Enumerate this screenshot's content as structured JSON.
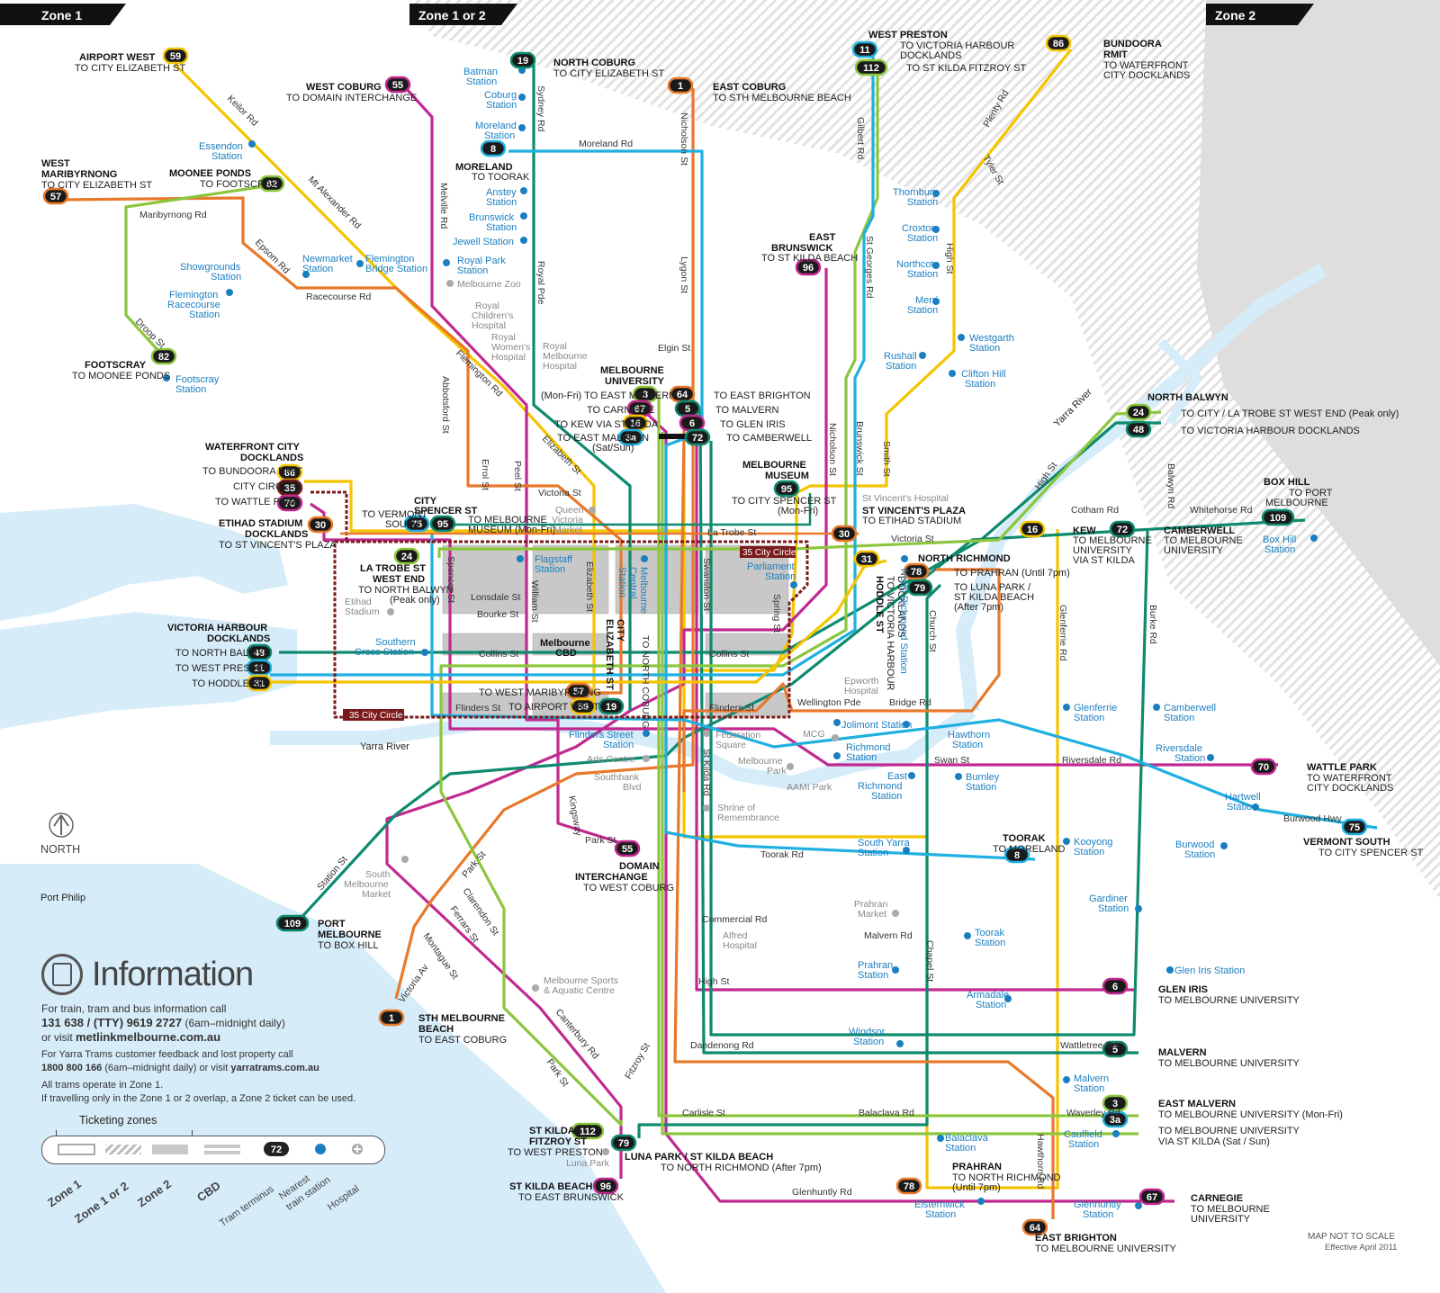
{
  "colors": {
    "yellow": "#f5c400",
    "magenta": "#c12990",
    "green": "#8cc63e",
    "teal": "#0e8a6e",
    "orange": "#e8792b",
    "cyan": "#1fb0e0",
    "darkred": "#7b1a1a",
    "station": "#1a7fc1",
    "water": "#d6ecf8"
  },
  "zones": {
    "z1": "Zone 1",
    "z12": "Zone 1 or 2",
    "z2": "Zone 2"
  },
  "compass": {
    "north": "NORTH"
  },
  "water": {
    "port_phillip": "Port Philip",
    "yarra1": "Yarra River",
    "yarra2": "Yarra River"
  },
  "terminals": [
    {
      "n": "59",
      "t": "AIRPORT WEST",
      "s": "TO CITY ELIZABETH ST"
    },
    {
      "n": "55",
      "t": "WEST COBURG",
      "s": "TO DOMAIN INTERCHANGE"
    },
    {
      "n": "19",
      "t": "NORTH COBURG",
      "s": "TO CITY ELIZABETH ST"
    },
    {
      "n": "1",
      "t": "EAST COBURG",
      "s": "TO STH MELBOURNE BEACH"
    },
    {
      "n": "11",
      "t": "WEST PRESTON",
      "s": "TO VICTORIA HARBOUR",
      "s2": "DOCKLANDS"
    },
    {
      "n": "112",
      "s": "TO ST KILDA FITZROY ST"
    },
    {
      "n": "86",
      "t": "BUNDOORA",
      "t2": "RMIT",
      "s": "TO WATERFRONT",
      "s2": "CITY DOCKLANDS"
    },
    {
      "n": "57",
      "t": "WEST",
      "t2": "MARIBYRNONG",
      "s": "TO CITY ELIZABETH ST"
    },
    {
      "n": "82",
      "t": "MOONEE PONDS",
      "s": "TO FOOTSCRAY"
    },
    {
      "n": "8",
      "t": "MORELAND",
      "s": "TO TOORAK"
    },
    {
      "n": "96",
      "t": "EAST",
      "t2": "BRUNSWICK",
      "s": "TO ST KILDA BEACH"
    },
    {
      "n": "82",
      "t": "FOOTSCRAY",
      "s": "TO MOONEE PONDS"
    },
    {
      "n": "24",
      "t": "NORTH BALWYN",
      "s": "TO CITY / LA TROBE ST WEST END (Peak only)"
    },
    {
      "n": "48",
      "s": "TO VICTORIA HARBOUR DOCKLANDS"
    },
    {
      "n": "109",
      "t": "BOX HILL",
      "s": "TO PORT",
      "s2": "MELBOURNE"
    },
    {
      "n": "16",
      "t": "KEW",
      "s": "TO MELBOURNE",
      "s2": "UNIVERSITY",
      "s3": "VIA ST KILDA"
    },
    {
      "n": "72",
      "t": "CAMBERWELL",
      "s": "TO MELBOURNE",
      "s2": "UNIVERSITY"
    },
    {
      "n": "70",
      "t": "WATTLE PARK",
      "s": "TO WATERFRONT",
      "s2": "CITY DOCKLANDS"
    },
    {
      "n": "75",
      "t": "VERMONT SOUTH",
      "s": "TO CITY SPENCER ST"
    },
    {
      "n": "8",
      "t": "TOORAK",
      "s": "TO MORELAND"
    },
    {
      "n": "6",
      "t": "GLEN IRIS",
      "s": "TO MELBOURNE UNIVERSITY"
    },
    {
      "n": "5",
      "t": "MALVERN",
      "s": "TO MELBOURNE UNIVERSITY"
    },
    {
      "n": "3",
      "t": "EAST MALVERN",
      "s": "TO MELBOURNE UNIVERSITY (Mon-Fri)"
    },
    {
      "n": "3a",
      "s": "TO MELBOURNE UNIVERSITY",
      "s2": "VIA ST KILDA (Sat / Sun)"
    },
    {
      "n": "67",
      "t": "CARNEGIE",
      "s": "TO MELBOURNE",
      "s2": "UNIVERSITY"
    },
    {
      "n": "64",
      "t": "EAST BRIGHTON",
      "s": "TO MELBOURNE UNIVERSITY"
    },
    {
      "n": "78",
      "t": "PRAHRAN",
      "s": "TO NORTH RICHMOND",
      "s2": "(Until 7pm)"
    },
    {
      "n": "79",
      "t": "LUNA PARK / ST KILDA BEACH",
      "s": "TO NORTH RICHMOND (After 7pm)"
    },
    {
      "n": "112",
      "t": "ST KILDA",
      "t2": "FITZROY ST",
      "s": "TO WEST PRESTON"
    },
    {
      "n": "96",
      "t": "ST KILDA BEACH",
      "s": "TO EAST BRUNSWICK"
    },
    {
      "n": "1",
      "t": "STH MELBOURNE",
      "t2": "BEACH",
      "s": "TO EAST COBURG"
    },
    {
      "n": "109",
      "t": "PORT",
      "t2": "MELBOURNE",
      "s": "TO BOX HILL"
    },
    {
      "n": "55",
      "t": "DOMAIN",
      "t2": "INTERCHANGE",
      "s": "TO WEST COBURG"
    }
  ],
  "cityTerminals": {
    "waterfront": {
      "t": "WATERFRONT CITY",
      "t2": "DOCKLANDS"
    },
    "r86": "TO BUNDOORA RMIT",
    "r35": "CITY CIRCLE",
    "r70": "TO WATTLE PARK",
    "etihad": {
      "t": "ETIHAD STADIUM",
      "t2": "DOCKLANDS",
      "s": "TO ST VINCENT'S PLAZA"
    },
    "latrobe": {
      "t": "LA TROBE ST",
      "t2": "WEST END",
      "s": "TO NORTH BALWYN",
      "s2": "(Peak only)"
    },
    "vicharbour": {
      "t": "VICTORIA HARBOUR",
      "t2": "DOCKLANDS",
      "s48": "TO NORTH BALWYN",
      "s11": "TO WEST PRESTON",
      "s31": "TO HODDLE ST"
    },
    "spencer": {
      "t": "CITY",
      "t2": "SPENCER ST",
      "s75": "TO VERMONT",
      "s75b": "SOUTH",
      "s95": "TO MELBOURNE",
      "s95b": "MUSEUM (Mon-Fri)"
    },
    "melbuni": {
      "t": "MELBOURNE",
      "t2": "UNIVERSITY",
      "s3": "(Mon-Fri) TO EAST MALVERN",
      "s67": "TO CARNEGIE",
      "s16": "TO KEW VIA ST KILDA",
      "s3a": "TO EAST MALVERN",
      "s3ab": "(Sat/Sun)",
      "s64": "TO EAST BRIGHTON",
      "s5": "TO MALVERN",
      "s6": "TO GLEN IRIS",
      "s72": "TO CAMBERWELL"
    },
    "museum": {
      "t": "MELBOURNE",
      "t2": "MUSEUM",
      "s": "TO CITY SPENCER ST",
      "s2": "(Mon-Fri)"
    },
    "stvincent": {
      "t": "ST VINCENT'S PLAZA",
      "s": "TO ETIHAD STADIUM"
    },
    "northrich": {
      "t": "NORTH RICHMOND",
      "s78": "TO PRAHRAN (Until 7pm)",
      "s79": "TO LUNA PARK /",
      "s79b": "ST KILDA BEACH",
      "s79c": "(After 7pm)"
    },
    "hoddle": {
      "t": "HODDLE ST",
      "s": "TO VICTORIA HARBOUR",
      "s2": "DOCKLANDS"
    },
    "cityeliz": {
      "t": "CITY",
      "t2": "ELIZABETH ST",
      "s57": "TO WEST MARIBYRNONG",
      "s59": "TO AIRPORT WEST",
      "s19": "TO NORTH COBURG"
    },
    "cbd": {
      "t": "Melbourne",
      "t2": "CBD"
    },
    "circle": "35 City Circle"
  },
  "stations": {
    "batman": "Batman",
    "batman2": "Station",
    "coburg": "Coburg",
    "coburg2": "Station",
    "moreland": "Moreland",
    "moreland2": "Station",
    "anstey": "Anstey",
    "anstey2": "Station",
    "brunswick": "Brunswick",
    "brunswick2": "Station",
    "jewell": "Jewell Station",
    "royalpark": "Royal Park",
    "royalpark2": "Station",
    "essendon": "Essendon",
    "essendon2": "Station",
    "newmarket": "Newmarket",
    "newmarket2": "Station",
    "flembridge": "Flemington",
    "flembridge2": "Bridge Station",
    "showgrounds": "Showgrounds",
    "showgrounds2": "Station",
    "flemrace": "Flemington",
    "flemrace2": "Racecourse",
    "flemrace3": "Station",
    "footscray": "Footscray",
    "footscray2": "Station",
    "thornbury": "Thornbury",
    "thornbury2": "Station",
    "croxton": "Croxton",
    "croxton2": "Station",
    "northcote": "Northcote",
    "northcote2": "Station",
    "merri": "Merri",
    "merri2": "Station",
    "rushall": "Rushall",
    "rushall2": "Station",
    "westgarth": "Westgarth",
    "westgarth2": "Station",
    "clifton": "Clifton Hill",
    "clifton2": "Station",
    "flagstaff": "Flagstaff",
    "flagstaff2": "Station",
    "melcentral": "Melbourne",
    "melcentral2": "Central",
    "melcentral3": "Station",
    "parliament": "Parliament",
    "parliament2": "Station",
    "northrichst": "North Richmond Station",
    "boxhill": "Box Hill",
    "boxhill2": "Station",
    "southern": "Southern",
    "southern2": "Cross Station",
    "flinders": "Flinders Street",
    "flinders2": "Station",
    "jolimont": "Jolimont Station",
    "richmond": "Richmond",
    "richmond2": "Station",
    "eastrich": "East",
    "eastrich2": "Richmond",
    "eastrich3": "Station",
    "hawthorn": "Hawthorn",
    "hawthorn2": "Station",
    "burnley": "Burnley",
    "burnley2": "Station",
    "glenferrie": "Glenferrie",
    "glenferrie2": "Station",
    "camberwell": "Camberwell",
    "camberwell2": "Station",
    "riversdale": "Riversdale",
    "riversdale2": "Station",
    "hartwell": "Hartwell",
    "hartwell2": "Station",
    "burwood": "Burwood",
    "burwood2": "Station",
    "kooyong": "Kooyong",
    "kooyong2": "Station",
    "southyarra": "South Yarra",
    "southyarra2": "Station",
    "gardiner": "Gardiner",
    "gardiner2": "Station",
    "toorak": "Toorak",
    "toorak2": "Station",
    "gleniris": "Glen Iris Station",
    "prahran": "Prahran",
    "prahran2": "Station",
    "armadale": "Armadale",
    "armadale2": "Station",
    "windsor": "Windsor",
    "windsor2": "Station",
    "malvern": "Malvern",
    "malvern2": "Station",
    "caulfield": "Caulfield",
    "caulfield2": "Station",
    "balaclava": "Balaclava",
    "balaclava2": "Station",
    "glenhuntly": "Glenhuntly",
    "glenhuntly2": "Station",
    "elsternwick": "Elsternwick",
    "elsternwick2": "Station"
  },
  "places": {
    "melbzoo": "Melbourne Zoo",
    "rch": "Royal",
    "rch2": "Children's",
    "rch3": "Hospital",
    "rwh": "Royal",
    "rwh2": "Women's",
    "rwh3": "Hospital",
    "rmh": "Royal",
    "rmh2": "Melbourne",
    "rmh3": "Hospital",
    "qvm": "Queen",
    "qvm2": "Victoria",
    "qvm3": "Market",
    "etihad": "Etihad",
    "etihad2": "Stadium",
    "stv": "St Vincent's Hospital",
    "epworth": "Epworth",
    "epworth2": "Hospital",
    "fedsq": "Federation",
    "fedsq2": "Square",
    "mcg": "MCG",
    "artscentre": "Arts Centre",
    "southbank": "Southbank",
    "southbank2": "Blvd",
    "melbpark": "Melbourne",
    "melbpark2": "Park",
    "aami": "AAMI Park",
    "shrine": "Shrine of",
    "shrine2": "Remembrance",
    "smm": "South",
    "smm2": "Melbourne",
    "smm3": "Market",
    "prahranmkt": "Prahran",
    "prahranmkt2": "Market",
    "alfred": "Alfred",
    "alfred2": "Hospital",
    "msac": "Melbourne Sports",
    "msac2": "& Aquatic Centre",
    "lunapark": "Luna Park"
  },
  "roads": {
    "keilor": "Keilor Rd",
    "mtalex": "Mt Alexander Rd",
    "marib": "Maribyrnong Rd",
    "epsom": "Epsom Rd",
    "racecourse": "Racecourse Rd",
    "droop": "Droop St",
    "melville": "Melville Rd",
    "sydney": "Sydney Rd",
    "royalpde": "Royal Pde",
    "nicholson": "Nicholson St",
    "lygon": "Lygon St",
    "moreland": "Moreland Rd",
    "elgin": "Elgin St",
    "flemington": "Flemington Rd",
    "abbotsford": "Abbotsford St",
    "errol": "Errol St",
    "peel": "Peel St",
    "elizabeth": "Elizabeth St",
    "victoria": "Victoria St",
    "latrobe": "La Trobe St",
    "victoria2": "Victoria St",
    "gilbert": "Gilbert Rd",
    "stgeorges": "St Georges Rd",
    "high": "High St",
    "plenty": "Plenty Rd",
    "tyler": "Tyler St",
    "nicholson2": "Nicholson St",
    "brunswick": "Brunswick St",
    "smith": "Smith St",
    "cotham": "Cotham Rd",
    "whitehorse": "Whitehorse Rd",
    "balwyn": "Balwyn Rd",
    "highst2": "High St",
    "spencer": "Spencer St",
    "william": "William St",
    "elizabeth2": "Elizabeth St",
    "swanston": "Swanston St",
    "spring": "Spring St",
    "lonsdale": "Lonsdale St",
    "bourke": "Bourke St",
    "collins": "Collins St",
    "collins2": "Collins St",
    "flinders": "Flinders St",
    "flinders2": "Flinders St",
    "church": "Church St",
    "glenferrie": "Glenferrie Rd",
    "burke": "Burke Rd",
    "wellington": "Wellington Pde",
    "bridge": "Bridge Rd",
    "swan": "Swan St",
    "riversdale": "Riversdale Rd",
    "burwood": "Burwood Hwy",
    "stkilda": "St Kilda Rd",
    "kingsway": "Kingsway",
    "park": "Park St",
    "toorak": "Toorak Rd",
    "station": "Station St",
    "park2": "Park St",
    "clarendon": "Clarendon St",
    "ferrars": "Ferrars St",
    "montague": "Montague St",
    "victoriaav": "Victoria Av",
    "commercial": "Commercial Rd",
    "malvern": "Malvern Rd",
    "chapel": "Chapel St",
    "highst3": "High St",
    "canterbury": "Canterbury Rd",
    "dandenong": "Dandenong Rd",
    "wattletree": "Wattletree Rd",
    "parkst3": "Park St",
    "fitzroy": "Fitzroy St",
    "carlisle": "Carlisle St",
    "balaclava": "Balaclava Rd",
    "waverley": "Waverley Rd",
    "glenhuntly": "Glenhuntly Rd",
    "hawthorn": "Hawthorn Rd",
    "toni": "TO NORTH COBURG"
  },
  "info": {
    "title": "Information",
    "l1": "For train, tram and bus information call",
    "l2": "131 638 / (TTY) 9619 2727",
    "l2b": " (6am–midnight daily)",
    "l3": "or visit ",
    "l3b": "metlinkmelbourne.com.au",
    "l4": "For Yarra Trams customer feedback and lost property call",
    "l5": "1800 800 166",
    "l5b": " (6am–midnight daily) or visit ",
    "l5c": "yarratrams.com.au",
    "l6": "All trams operate in Zone 1.",
    "l7": "If travelling only in the Zone 1 or 2 overlap, a Zone 2 ticket can be used."
  },
  "legend": {
    "title": "Ticketing zones",
    "z1": "Zone 1",
    "z12": "Zone 1 or 2",
    "z2": "Zone 2",
    "cbd": "CBD",
    "term": "Tram terminus",
    "near": "Nearest",
    "near2": "train station",
    "hosp": "Hospital",
    "sample": "72"
  },
  "footer": {
    "l1": "MAP NOT TO SCALE",
    "l2": "Effective April 2011"
  }
}
